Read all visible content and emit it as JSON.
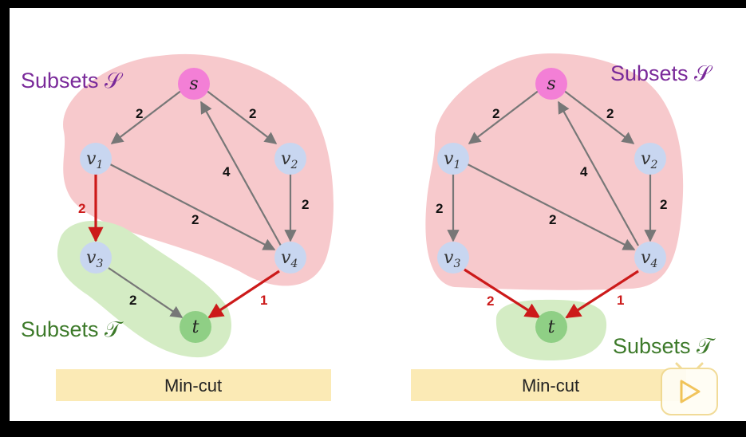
{
  "colors": {
    "s_region": "#f7c9cc",
    "t_region": "#d4ecc4",
    "node": "#c8d6f0",
    "source_node": "#f37fd6",
    "sink_node": "#8fcf85",
    "edge": "#777777",
    "cut_edge": "#cc1a1a",
    "subset_s_text": "#7a2a9a",
    "subset_t_text": "#3d7a2a",
    "mincut_bg": "#fbeab5"
  },
  "icons": [
    "play-logo-icon"
  ],
  "left": {
    "subset_s_label": "Subsets 𝒮",
    "subset_t_label": "Subsets 𝒯",
    "mincut_label": "Min-cut",
    "nodes": {
      "s": {
        "name": "s",
        "sub": ""
      },
      "v1": {
        "name": "v",
        "sub": "1"
      },
      "v2": {
        "name": "v",
        "sub": "2"
      },
      "v3": {
        "name": "v",
        "sub": "3"
      },
      "v4": {
        "name": "v",
        "sub": "4"
      },
      "t": {
        "name": "t",
        "sub": ""
      }
    },
    "edges": {
      "s_v1": "2",
      "s_v2": "2",
      "v4_s": "4",
      "v2_v4": "2",
      "v1_v4": "2",
      "v1_v3": "2",
      "v3_t": "2",
      "v4_t": "1"
    }
  },
  "right": {
    "subset_s_label": "Subsets 𝒮",
    "subset_t_label": "Subsets 𝒯",
    "mincut_label": "Min-cut",
    "nodes": {
      "s": {
        "name": "s",
        "sub": ""
      },
      "v1": {
        "name": "v",
        "sub": "1"
      },
      "v2": {
        "name": "v",
        "sub": "2"
      },
      "v3": {
        "name": "v",
        "sub": "3"
      },
      "v4": {
        "name": "v",
        "sub": "4"
      },
      "t": {
        "name": "t",
        "sub": ""
      }
    },
    "edges": {
      "s_v1": "2",
      "s_v2": "2",
      "v4_s": "4",
      "v2_v4": "2",
      "v1_v4": "2",
      "v1_v3": "2",
      "v3_t": "2",
      "v4_t": "1"
    }
  }
}
